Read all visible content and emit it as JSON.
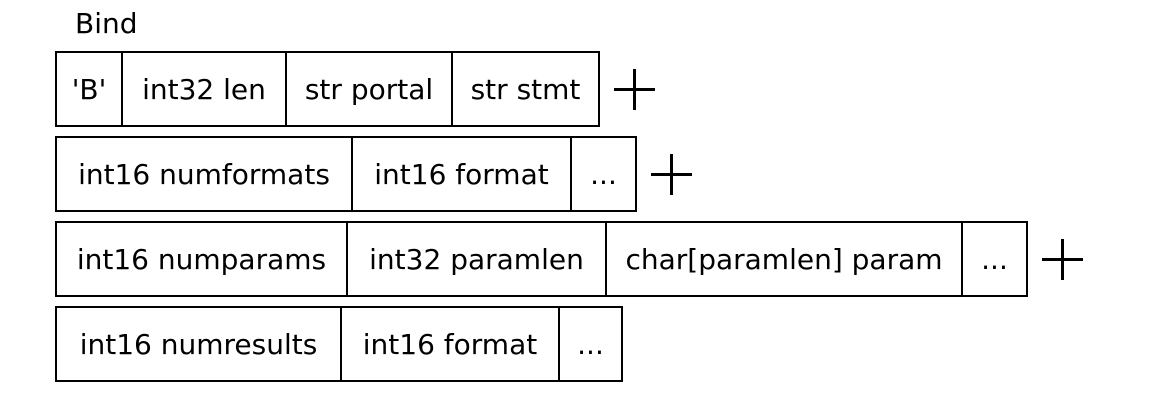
{
  "title": "Bind",
  "colors": {
    "border": "#000000",
    "background": "#ffffff",
    "text": "#000000"
  },
  "rows": [
    {
      "name": "message-header",
      "plus": true,
      "cells": [
        {
          "label": "'B'"
        },
        {
          "label": "int32 len"
        },
        {
          "label": "str portal"
        },
        {
          "label": "str stmt"
        }
      ]
    },
    {
      "name": "param-formats",
      "plus": true,
      "cells": [
        {
          "label": "int16 numformats"
        },
        {
          "label": "int16 format"
        },
        {
          "label": "..."
        }
      ]
    },
    {
      "name": "params",
      "plus": true,
      "cells": [
        {
          "label": "int16 numparams"
        },
        {
          "label": "int32 paramlen"
        },
        {
          "label": "char[paramlen] param"
        },
        {
          "label": "..."
        }
      ]
    },
    {
      "name": "result-formats",
      "plus": false,
      "cells": [
        {
          "label": "int16 numresults"
        },
        {
          "label": "int16 format"
        },
        {
          "label": "..."
        }
      ]
    }
  ]
}
